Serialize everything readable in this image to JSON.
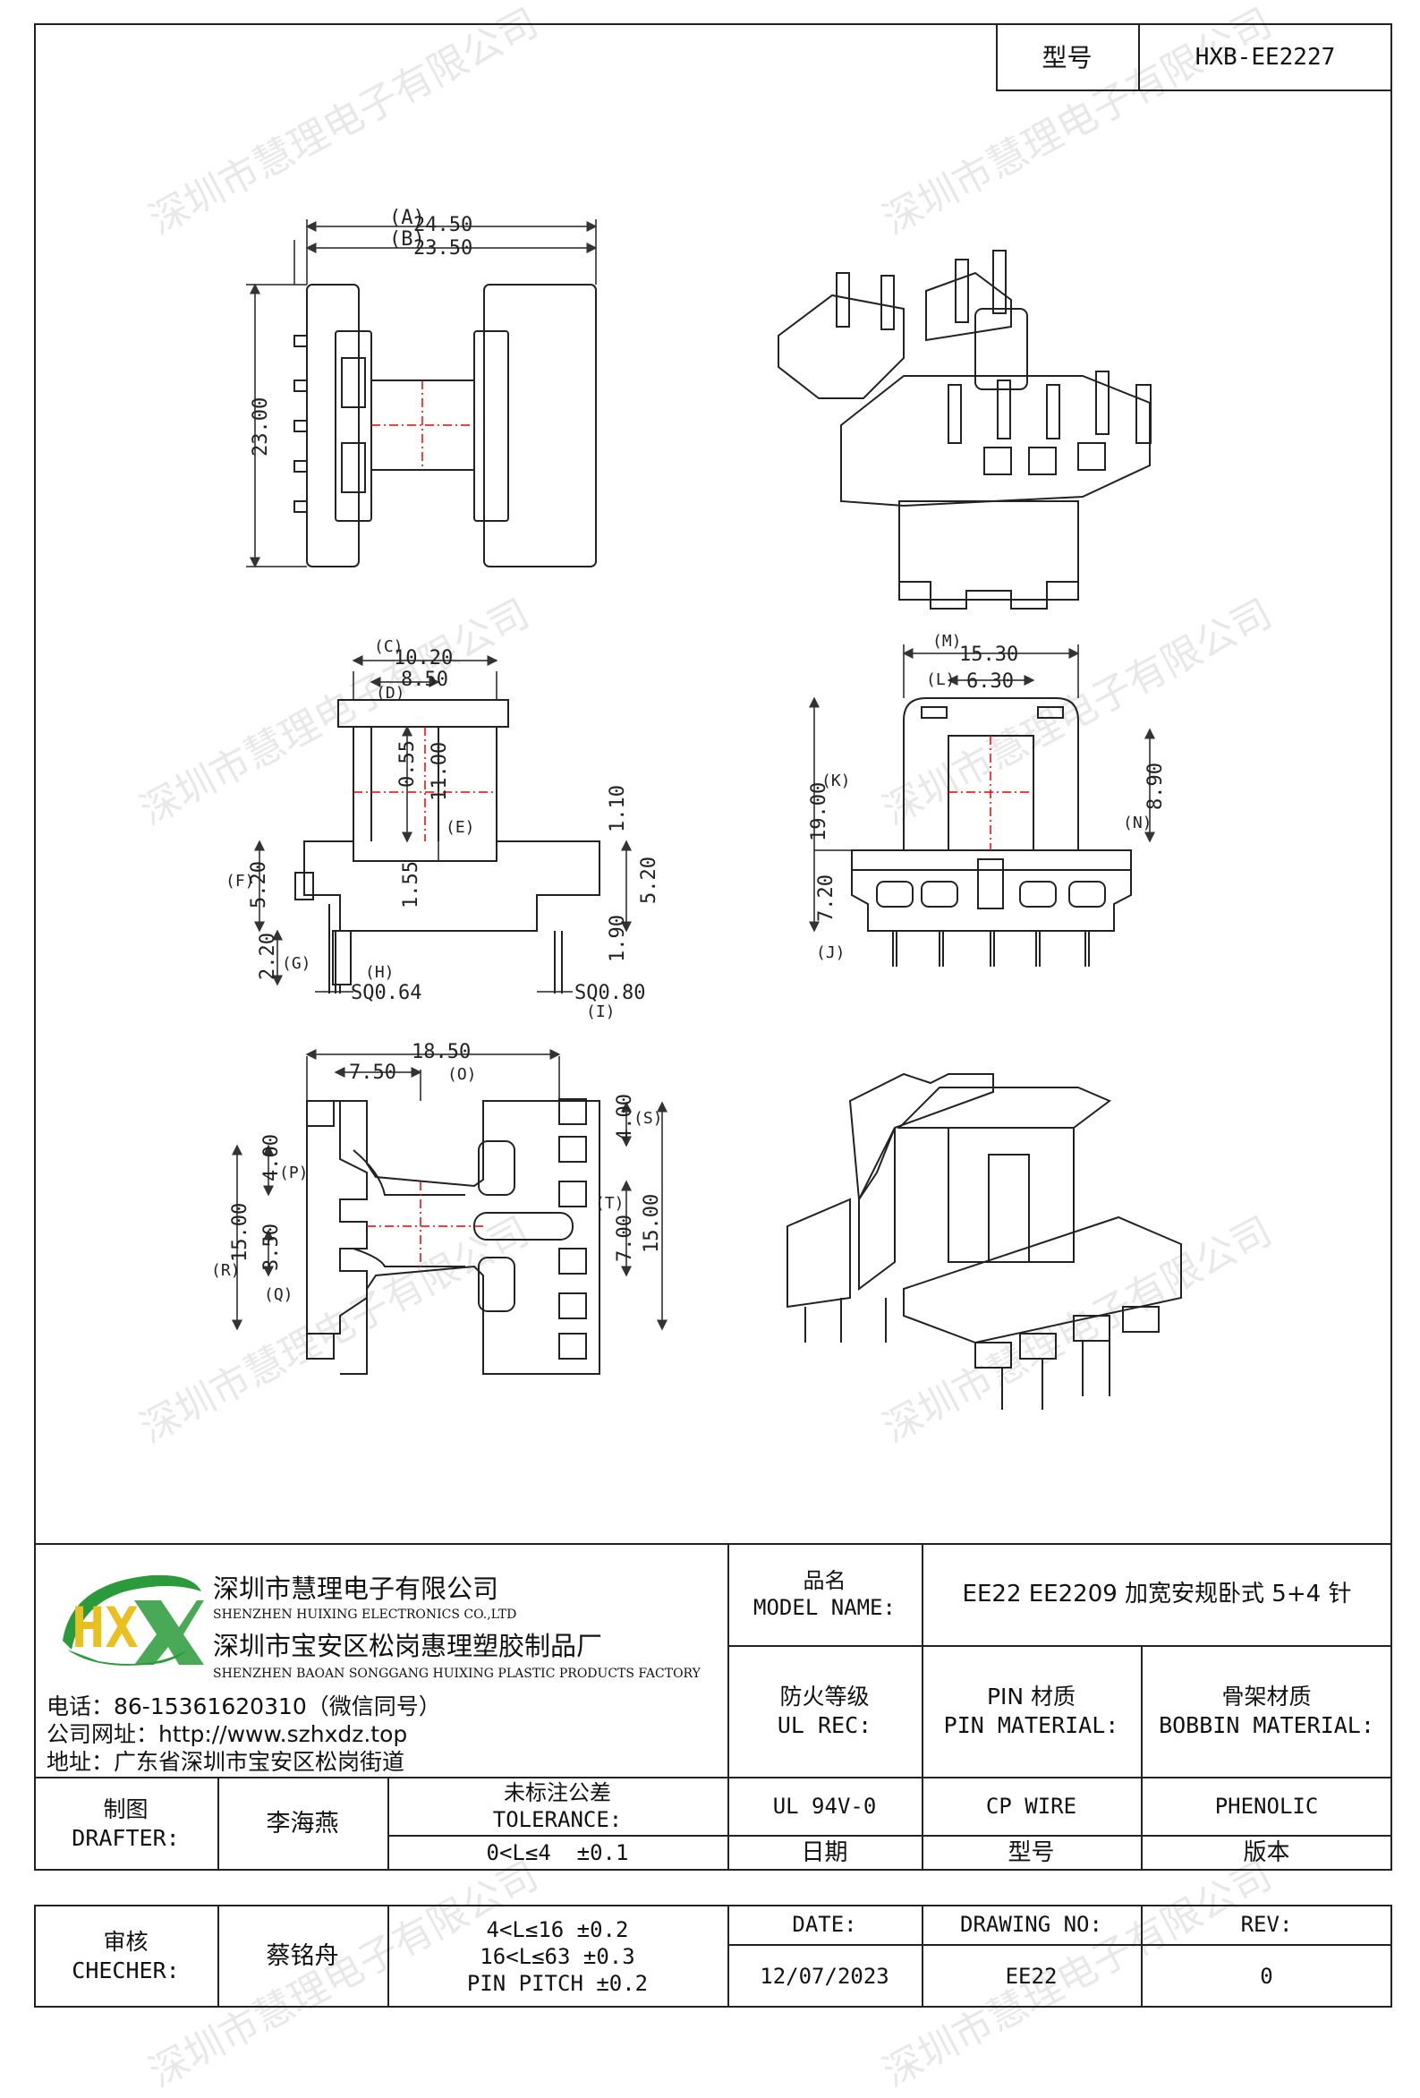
{
  "header": {
    "model_label": "型号",
    "model_value": "HXB-EE2227"
  },
  "watermark": "深圳市慧理电子有限公司",
  "dimensions": {
    "a": "24.50",
    "a_tag": "(A)",
    "b": "23.50",
    "b_tag": "(B)",
    "height_23": "23.00",
    "c": "10.20",
    "c_tag": "(C)",
    "d": "8.50",
    "d_tag": "(D)",
    "v055": "0.55",
    "e": "11.00",
    "e_tag": "(E)",
    "v155": "1.55",
    "f": "5.20",
    "f_tag": "(F)",
    "g": "2.20",
    "g_tag": "(G)",
    "h": "SQ0.64",
    "h_tag": "(H)",
    "i": "SQ0.80",
    "i_tag": "(I)",
    "v110": "1.10",
    "v520r": "5.20",
    "v190": "1.90",
    "m": "15.30",
    "m_tag": "(M)",
    "l": "6.30",
    "l_tag": "(L)",
    "k": "19.00",
    "k_tag": "(K)",
    "j": "7.20",
    "j_tag": "(J)",
    "n": "8.90",
    "n_tag": "(N)",
    "o_total": "18.50",
    "o_tag": "(O)",
    "o_half": "7.50",
    "p": "4.00",
    "p_tag": "(P)",
    "r": "15.00",
    "r_tag": "(R)",
    "q": "3.50",
    "q_tag": "(Q)",
    "s": "4.00",
    "s_tag": "(S)",
    "t": "7.00",
    "t_tag": "(T)",
    "right15": "15.00"
  },
  "company": {
    "name_cn": "深圳市慧理电子有限公司",
    "name_en": "SHENZHEN HUIXING ELECTRONICS CO.,LTD",
    "factory_cn": "深圳市宝安区松岗惠理塑胶制品厂",
    "factory_en": "SHENZHEN BAOAN SONGGANG HUIXING PLASTIC PRODUCTS FACTORY",
    "phone": "电话：86-15361620310（微信同号）",
    "website": "公司网址：http://www.szhxdz.top",
    "address": "地址：广东省深圳市宝安区松岗街道",
    "logo_text": "HX"
  },
  "title_block": {
    "product_name_cn": "品名",
    "product_name_en": "MODEL NAME:",
    "product_name_value": "EE22 EE2209 加宽安规卧式 5+4 针",
    "fire_cn": "防火等级",
    "fire_en": "UL REC:",
    "pin_material_cn": "PIN 材质",
    "pin_material_en": "PIN MATERIAL:",
    "bobbin_material_cn": "骨架材质",
    "bobbin_material_en": "BOBBIN MATERIAL:",
    "fire_value": "UL 94V-0",
    "pin_value": "CP WIRE",
    "bobbin_value": "PHENOLIC",
    "drafter_cn": "制图",
    "drafter_en": "DRAFTER:",
    "drafter_name": "李海燕",
    "tolerance_cn": "未标注公差",
    "tolerance_en": "TOLERANCE:",
    "tol_1": "0<L≤4  ±0.1",
    "date_cn": "日期",
    "model_cn": "型号",
    "rev_cn": "版本",
    "checker_cn": "审核",
    "checker_en": "CHECHER:",
    "checker_name": "蔡铭舟",
    "tol_2": "4<L≤16 ±0.2",
    "tol_3": "16<L≤63 ±0.3",
    "tol_4": "PIN PITCH ±0.2",
    "date_en": "DATE:",
    "drawing_no_en": "DRAWING NO:",
    "rev_en": "REV:",
    "date_value": "12/07/2023",
    "drawing_no_value": "EE22",
    "rev_value": "0"
  }
}
